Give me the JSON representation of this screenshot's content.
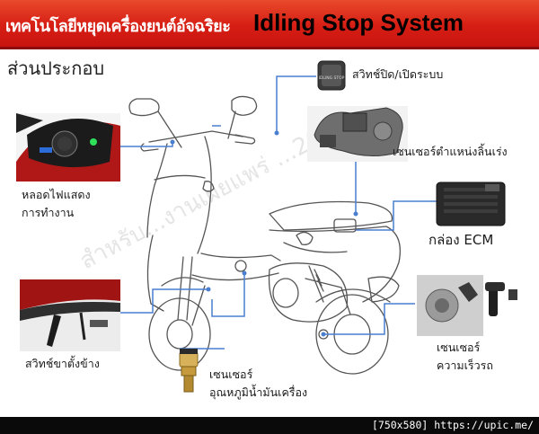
{
  "header": {
    "title_thai": "เทคโนโลยีหยุดเครื่องยนต์อัจฉริยะ",
    "title_en": "Idling Stop System"
  },
  "section_title": "ส่วนประกอบ",
  "components": {
    "system_switch": "สวิทช์ปิด/เปิดระบบ",
    "throttle_sensor": "เซนเซอร์ตำแหน่งลิ้นเร่ง",
    "ecm": "กล่อง ECM",
    "indicator_lamp_line1": "หลอดไฟแสดง",
    "indicator_lamp_line2": "การทำงาน",
    "side_stand_switch": "สวิทช์ขาตั้งข้าง",
    "speed_sensor_line1": "เซนเซอร์",
    "speed_sensor_line2": "ความเร็วรถ",
    "oil_temp_sensor_line1": "เซนเซอร์",
    "oil_temp_sensor_line2": "อุณหภูมิน้ำมันเครื่อง"
  },
  "switch_button_text": "IDLING STOP",
  "footer": {
    "caption": "[750x580] https://upic.me/"
  },
  "colors": {
    "title_red": "#d61e14",
    "leader_blue": "#4a7fd0"
  }
}
